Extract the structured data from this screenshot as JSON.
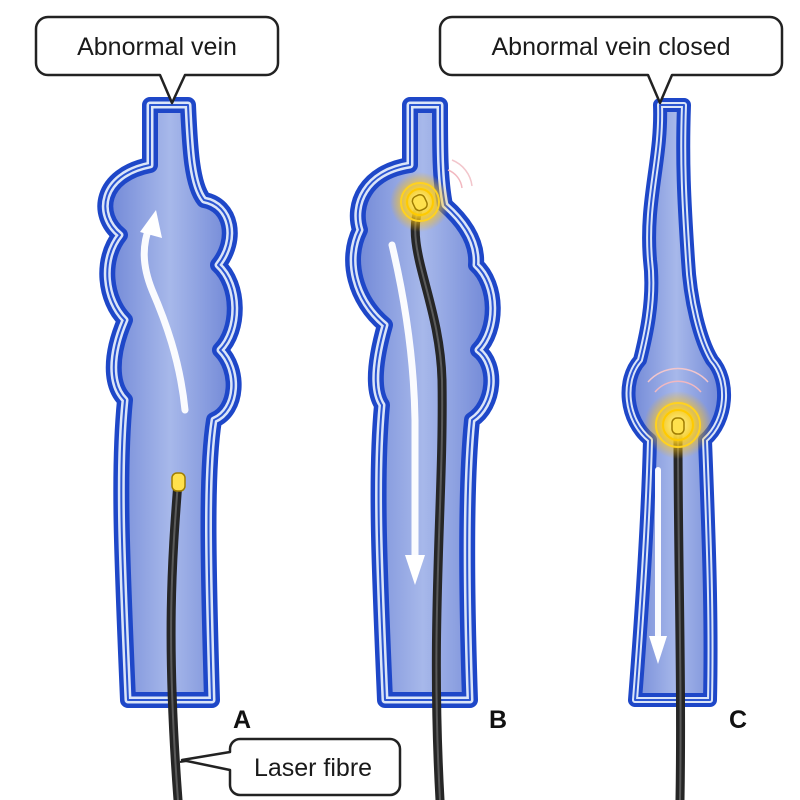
{
  "callouts": {
    "top_left": "Abnormal vein",
    "top_right": "Abnormal vein closed",
    "bottom": "Laser fibre"
  },
  "panels": {
    "a": "A",
    "b": "B",
    "c": "C"
  },
  "colors": {
    "vein_outer": "#1e47c8",
    "vein_halo": "#cfdbf5",
    "vein_fill": "#7f95dd",
    "fibre": "#262626",
    "fibre_tip": "#ffe14d",
    "glow": "#ffc21a",
    "arrow": "#ffffff"
  }
}
